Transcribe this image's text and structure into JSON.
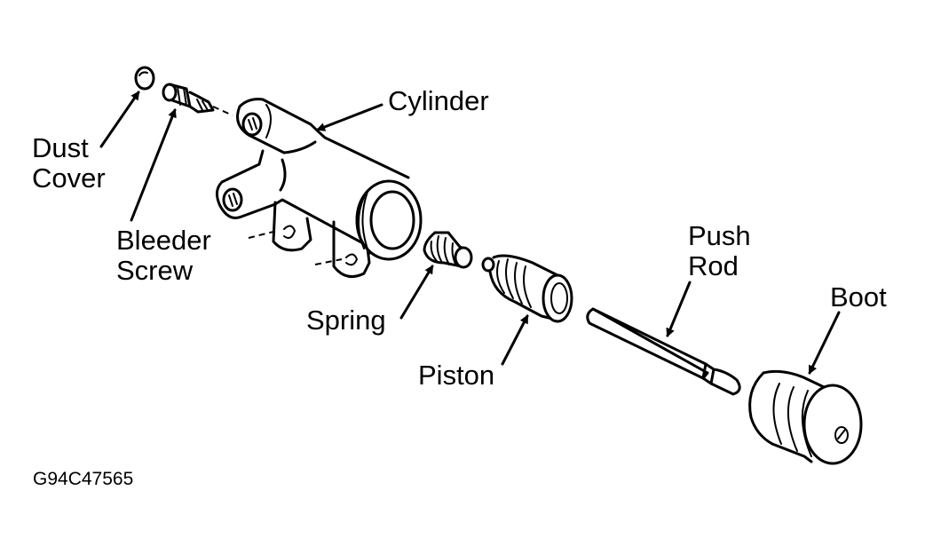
{
  "figure": {
    "title": "Clutch Release Cylinder Exploded View",
    "code": "G94C47565",
    "colors": {
      "ink": "#000000",
      "paper": "#ffffff"
    },
    "labels": {
      "dust_cover": [
        "Dust",
        "Cover"
      ],
      "bleeder_screw": [
        "Bleeder",
        "Screw"
      ],
      "cylinder": "Cylinder",
      "spring": "Spring",
      "piston": "Piston",
      "push_rod": [
        "Push",
        "Rod"
      ],
      "boot": "Boot"
    }
  }
}
